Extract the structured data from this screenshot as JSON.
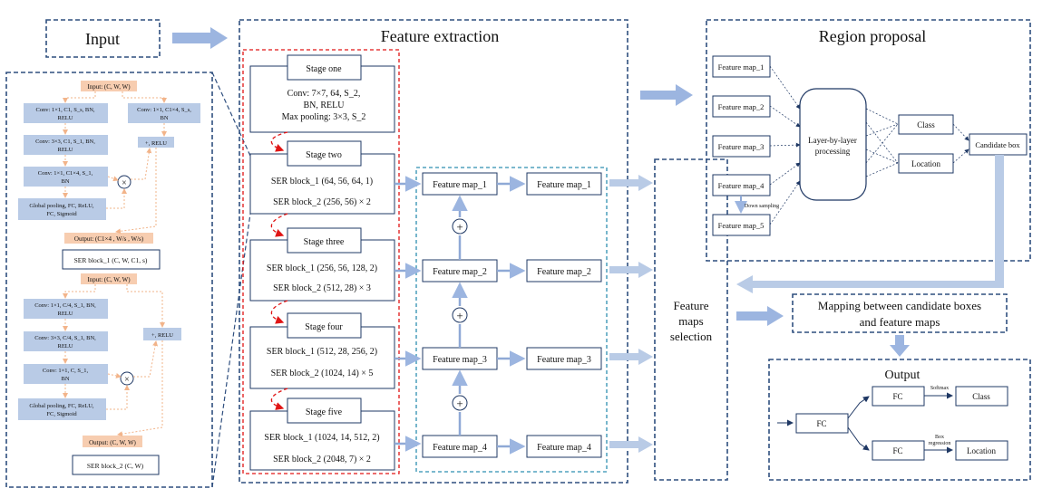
{
  "colors": {
    "frame": "#2f4f7f",
    "redDash": "#e01515",
    "tealDash": "#2e8fb0",
    "blueBlock": "#b9cbe6",
    "peach": "#f7cdb0",
    "arrow": "#9cb5e0",
    "orangeDash": "#f2b48a",
    "stroke": "#1f3864"
  },
  "input_title": "Input",
  "feature_extraction": {
    "title": "Feature extraction",
    "stages": [
      {
        "name": "Stage one",
        "lines": [
          "Conv: 7×7, 64, S_2,",
          "BN, RELU",
          "Max pooling: 3×3, S_2"
        ]
      },
      {
        "name": "Stage two",
        "lines": [
          "SER block_1 (64, 56, 64, 1)",
          "SER block_2 (256, 56) × 2"
        ]
      },
      {
        "name": "Stage three",
        "lines": [
          "SER block_1 (256, 56, 128, 2)",
          "SER block_2 (512, 28) × 3"
        ]
      },
      {
        "name": "Stage four",
        "lines": [
          "SER block_1 (512, 28, 256, 2)",
          "SER block_2 (1024, 14) × 5"
        ]
      },
      {
        "name": "Stage five",
        "lines": [
          "SER block_1 (1024, 14, 512, 2)",
          "SER block_2 (2048, 7) × 2"
        ]
      }
    ],
    "fpn_left": [
      "Feature map_1",
      "Feature map_2",
      "Feature map_3",
      "Feature map_4"
    ],
    "fpn_right": [
      "Feature map_1",
      "Feature map_2",
      "Feature map_3",
      "Feature map_4"
    ],
    "plus": "+"
  },
  "ser_block_1": {
    "input": "Input: (C, W, W)",
    "conv1": [
      "Conv: 1×1, C1, S_s, BN,",
      "RELU"
    ],
    "conv2": [
      "Conv: 3×3, C1, S_1, BN,",
      "RELU"
    ],
    "conv3": [
      "Conv: 1×1, C1×4, S_1,",
      "BN"
    ],
    "shortcut": [
      "Conv: 1×1, C1×4, S_s,",
      "BN"
    ],
    "relu": "+, RELU",
    "gp": [
      "Global pooling, FC, ReLU,",
      "FC, Sigmoid"
    ],
    "mult": "×",
    "output": "Output: (C1×4 , W/s , W/s)",
    "label": "SER block_1 (C, W, C1, s)"
  },
  "ser_block_2": {
    "input": "Input: (C, W, W)",
    "conv1": [
      "Conv: 1×1, C/4, S_1, BN,",
      "RELU"
    ],
    "conv2": [
      "Conv: 3×3, C/4, S_1, BN,",
      "RELU"
    ],
    "conv3": [
      "Conv: 1×1, C, S_1,",
      "BN"
    ],
    "relu": "+, RELU",
    "gp": [
      "Global pooling, FC, ReLU,",
      "FC, Sigmoid"
    ],
    "mult": "×",
    "output": "Output: (C, W, W)",
    "label": "SER block_2 (C, W)"
  },
  "feature_selection": [
    "Feature",
    "maps",
    "selection"
  ],
  "region_proposal": {
    "title": "Region proposal",
    "maps": [
      "Feature map_1",
      "Feature map_2",
      "Feature map_3",
      "Feature map_4",
      "Feature map_5"
    ],
    "layer": [
      "Layer-by-layer",
      "processing"
    ],
    "class": "Class",
    "location": "Location",
    "candidate": "Candidate box",
    "down": "Down sampling"
  },
  "mapping": [
    "Mapping between candidate boxes",
    "and feature maps"
  ],
  "output": {
    "title": "Output",
    "fc": "FC",
    "softmax": "Softmax",
    "box_regression": [
      "Box",
      "regression"
    ],
    "class": "Class",
    "location": "Location"
  }
}
